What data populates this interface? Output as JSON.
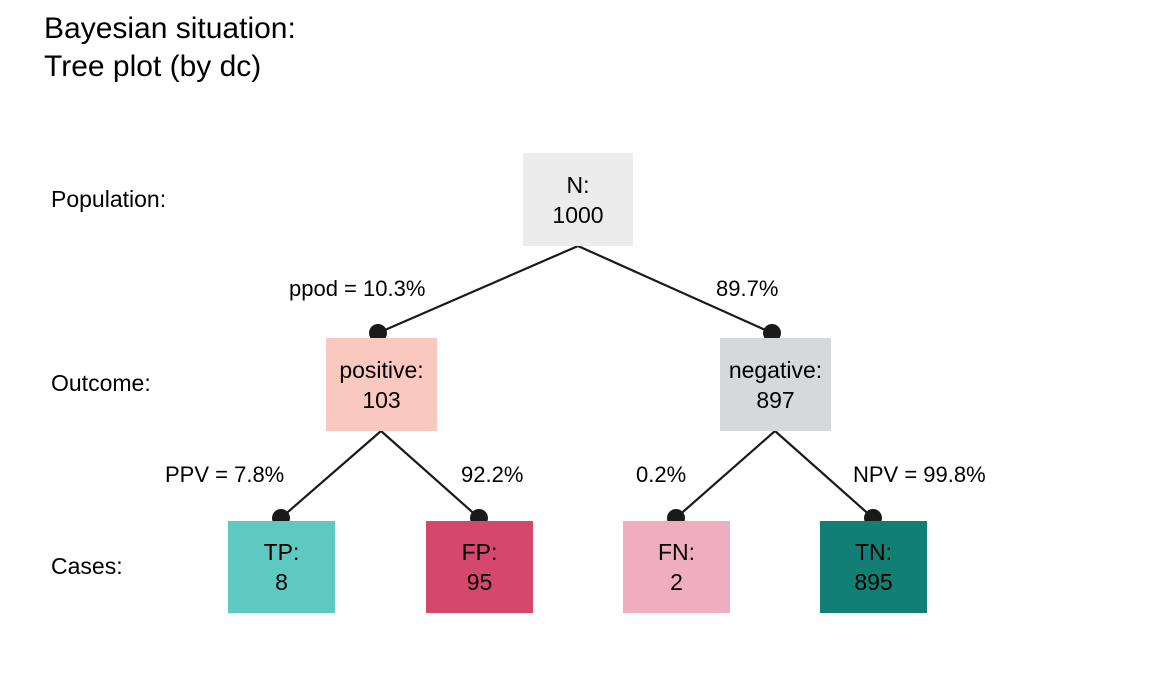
{
  "title": {
    "line1": "Bayesian situation:",
    "line2": "Tree plot (by dc)"
  },
  "row_labels": {
    "population": "Population:",
    "outcome": "Outcome:",
    "cases": "Cases:"
  },
  "colors": {
    "root_fill": "#ececec",
    "positive_fill": "#f9c9bf",
    "negative_fill": "#d6d8da",
    "tp_fill": "#5fc8c0",
    "fp_fill": "#d6486b",
    "fn_fill": "#efaec0",
    "tn_fill": "#127f74",
    "line": "#1a1a1a",
    "text": "#000000",
    "background": "#ffffff"
  },
  "chart_data": {
    "type": "diagram",
    "title": "Bayesian situation: Tree plot (by dc)",
    "levels": [
      "Population:",
      "Outcome:",
      "Cases:"
    ],
    "nodes": [
      {
        "id": "root",
        "label": "N:",
        "value": "1000",
        "number": 1000,
        "level": "Population:"
      },
      {
        "id": "positive",
        "label": "positive:",
        "value": "103",
        "number": 103,
        "level": "Outcome:"
      },
      {
        "id": "negative",
        "label": "negative:",
        "value": "897",
        "number": 897,
        "level": "Outcome:"
      },
      {
        "id": "tp",
        "label": "TP:",
        "value": "8",
        "number": 8,
        "level": "Cases:"
      },
      {
        "id": "fp",
        "label": "FP:",
        "value": "95",
        "number": 95,
        "level": "Cases:"
      },
      {
        "id": "fn",
        "label": "FN:",
        "value": "2",
        "number": 2,
        "level": "Cases:"
      },
      {
        "id": "tn",
        "label": "TN:",
        "value": "895",
        "number": 895,
        "level": "Cases:"
      }
    ],
    "edges": [
      {
        "from": "root",
        "to": "positive",
        "label": "ppod = 10.3%",
        "percent": 10.3
      },
      {
        "from": "root",
        "to": "negative",
        "label": "89.7%",
        "percent": 89.7
      },
      {
        "from": "positive",
        "to": "tp",
        "label": "PPV = 7.8%",
        "percent": 7.8
      },
      {
        "from": "positive",
        "to": "fp",
        "label": "92.2%",
        "percent": 92.2
      },
      {
        "from": "negative",
        "to": "fn",
        "label": "0.2%",
        "percent": 0.2
      },
      {
        "from": "negative",
        "to": "tn",
        "label": "NPV = 99.8%",
        "percent": 99.8
      }
    ]
  },
  "nodes": {
    "root": {
      "label": "N:",
      "value": "1000"
    },
    "positive": {
      "label": "positive:",
      "value": "103"
    },
    "negative": {
      "label": "negative:",
      "value": "897"
    },
    "tp": {
      "label": "TP:",
      "value": "8"
    },
    "fp": {
      "label": "FP:",
      "value": "95"
    },
    "fn": {
      "label": "FN:",
      "value": "2"
    },
    "tn": {
      "label": "TN:",
      "value": "895"
    }
  },
  "edge_labels": {
    "ppod": "ppod = 10.3%",
    "pnod": "89.7%",
    "ppv": "PPV = 7.8%",
    "fpr": "92.2%",
    "fnr": "0.2%",
    "npv": "NPV = 99.8%"
  }
}
